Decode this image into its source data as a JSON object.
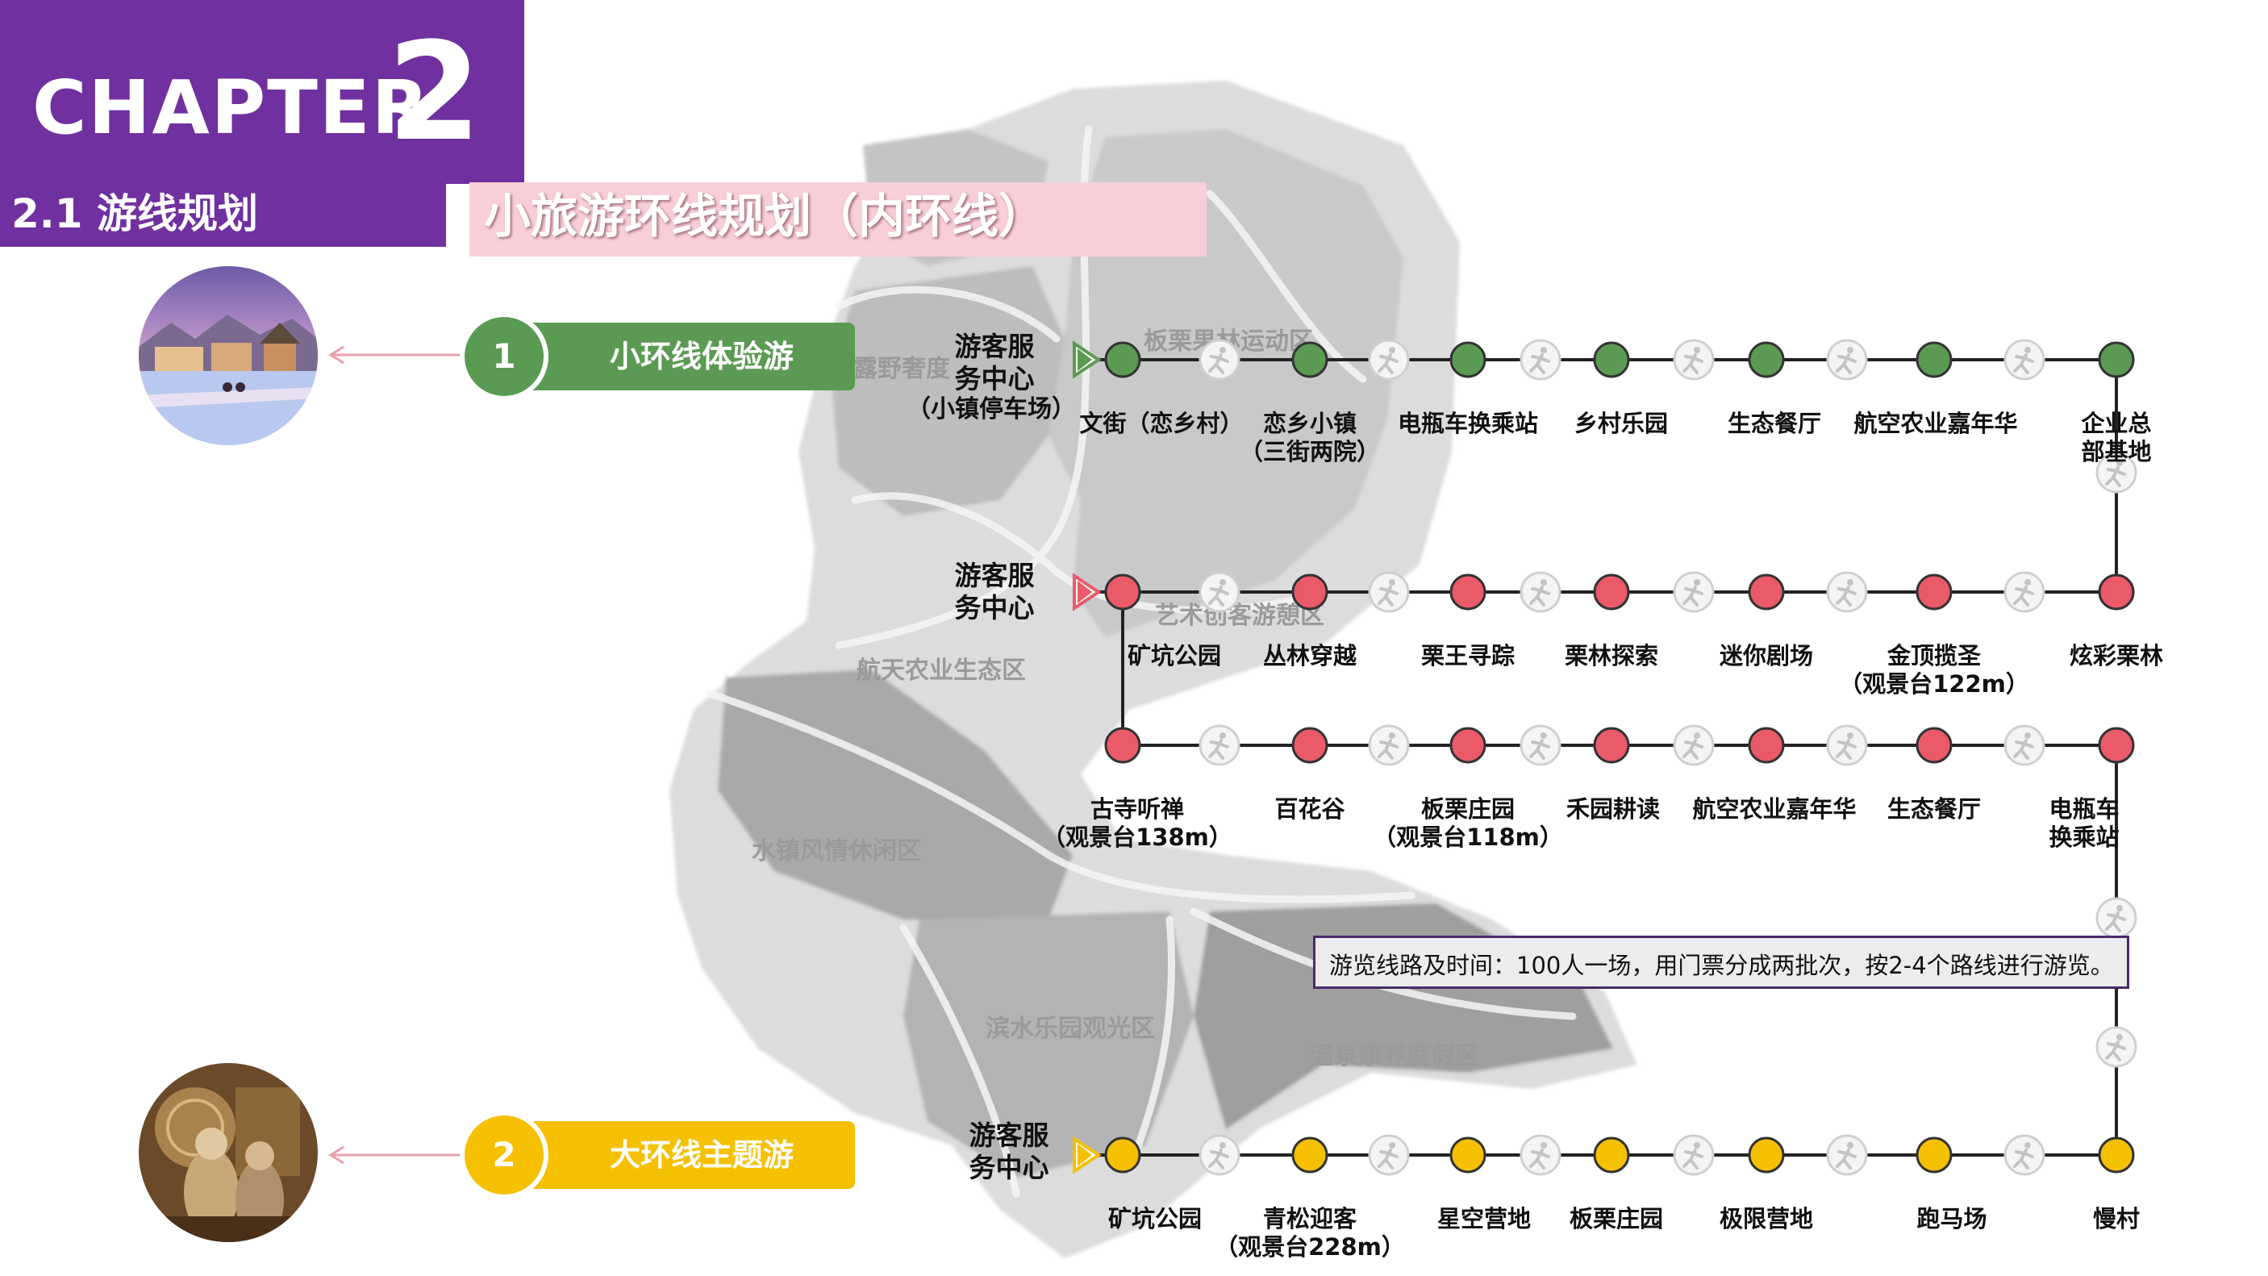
{
  "header": {
    "chapter_word": "CHAPTER",
    "chapter_number": "2",
    "section_title": "2.1 游线规划",
    "subtitle": "小旅游环线规划（内环线）"
  },
  "colors": {
    "purple": "#7030a0",
    "green_route": "#5b9a53",
    "red_route": "#ea5a69",
    "yellow_route": "#f5c000",
    "pink_banner": "#f8cfd8"
  },
  "routes": [
    {
      "number": "1",
      "label": "小环线体验游",
      "color": "#5b9a53"
    },
    {
      "number": "2",
      "label": "大环线主题游",
      "color": "#f5c000"
    }
  ],
  "map_zones": [
    "露野奢度",
    "板栗果林运动区",
    "艺术创客游憩区",
    "航天农业生态区",
    "水镇风情休闲区",
    "滨水乐园观光区",
    "温泉康养度假区"
  ],
  "service_centers": {
    "row1": [
      "游客服",
      "务中心",
      "（小镇停车场）"
    ],
    "row2": [
      "游客服",
      "务中心"
    ],
    "row4": [
      "游客服",
      "务中心"
    ]
  },
  "stops": {
    "row1": [
      [
        "文街（恋乡村）"
      ],
      [
        "恋乡小镇",
        "（三街两院）"
      ],
      [
        "电瓶车换乘站"
      ],
      [
        "乡村乐园"
      ],
      [
        "生态餐厅"
      ],
      [
        "航空农业嘉年华"
      ],
      [
        "企业总",
        "部基地"
      ]
    ],
    "row2": [
      [
        "矿坑公园"
      ],
      [
        "丛林穿越"
      ],
      [
        "栗王寻踪"
      ],
      [
        "栗林探索"
      ],
      [
        "迷你剧场"
      ],
      [
        "金顶揽圣",
        "（观景台122m）"
      ],
      [
        "炫彩栗林"
      ]
    ],
    "row3": [
      [
        "古寺听禅",
        "（观景台138m）"
      ],
      [
        "百花谷"
      ],
      [
        "板栗庄园",
        "（观景台118m）"
      ],
      [
        "禾园耕读"
      ],
      [
        "航空农业嘉年华"
      ],
      [
        "生态餐厅"
      ],
      [
        "电瓶车",
        "换乘站"
      ]
    ],
    "row4": [
      [
        "矿坑公园"
      ],
      [
        "青松迎客",
        "（观景台228m）"
      ],
      [
        "星空营地"
      ],
      [
        "板栗庄园"
      ],
      [
        "极限营地"
      ],
      [
        "跑马场"
      ],
      [
        "慢村"
      ]
    ]
  },
  "note": "游览线路及时间：100人一场，用门票分成两批次，按2-4个路线进行游览。"
}
